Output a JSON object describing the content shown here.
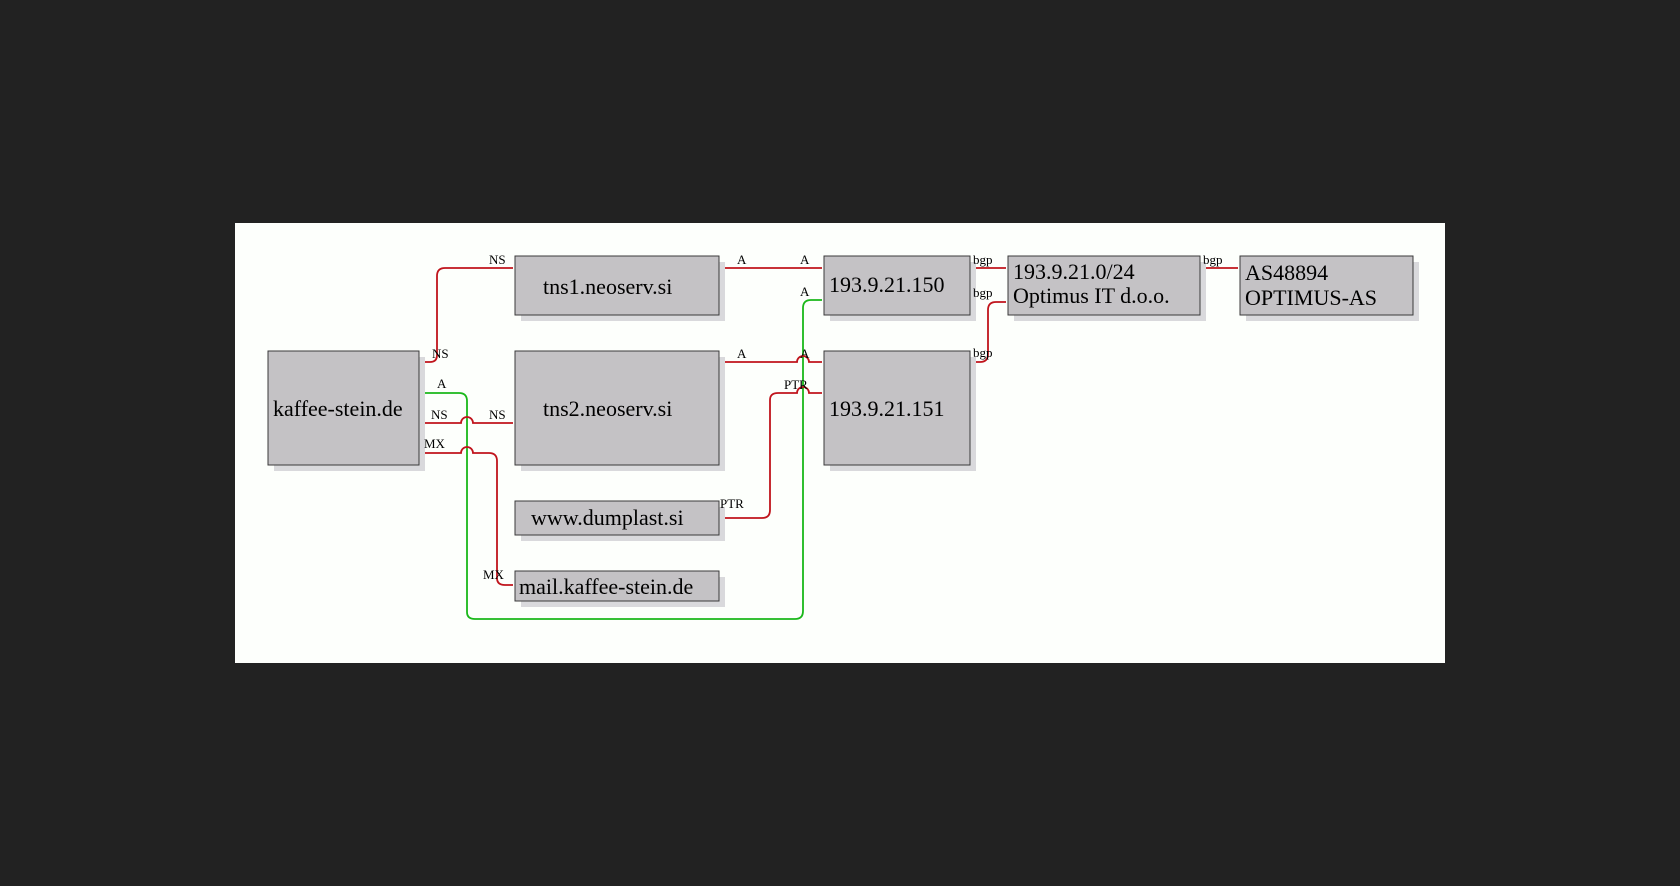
{
  "colors": {
    "background": "#222222",
    "canvas": "#fdfffc",
    "node_fill": "#c4c2c5",
    "edge_red": "#c0141c",
    "edge_green": "#1ab81a"
  },
  "nodes": {
    "kaffee": {
      "lines": [
        "kaffee-stein.de"
      ]
    },
    "tns1": {
      "lines": [
        "tns1.neoserv.si"
      ]
    },
    "tns2": {
      "lines": [
        "tns2.neoserv.si"
      ]
    },
    "dumplast": {
      "lines": [
        "www.dumplast.si"
      ]
    },
    "mail": {
      "lines": [
        "mail.kaffee-stein.de"
      ]
    },
    "ip150": {
      "lines": [
        "193.9.21.150"
      ]
    },
    "ip151": {
      "lines": [
        "193.9.21.151"
      ]
    },
    "subnet": {
      "lines": [
        "193.9.21.0/24",
        "Optimus IT d.o.o."
      ]
    },
    "asn": {
      "lines": [
        "AS48894",
        "OPTIMUS-AS"
      ]
    }
  },
  "edges": [
    {
      "id": "kaffee-ns-tns1",
      "from": "kaffee",
      "to": "tns1",
      "color": "red",
      "labels": [
        "NS",
        "NS"
      ]
    },
    {
      "id": "kaffee-a-ip150",
      "from": "kaffee",
      "to": "ip150",
      "color": "green",
      "labels": [
        "A",
        "A"
      ]
    },
    {
      "id": "kaffee-ns-tns2",
      "from": "kaffee",
      "to": "tns2",
      "color": "red",
      "labels": [
        "NS",
        "NS"
      ]
    },
    {
      "id": "kaffee-mx-mail",
      "from": "kaffee",
      "to": "mail",
      "color": "red",
      "labels": [
        "MX",
        "MX"
      ]
    },
    {
      "id": "tns1-a-ip150",
      "from": "tns1",
      "to": "ip150",
      "color": "red",
      "labels": [
        "A",
        "A"
      ]
    },
    {
      "id": "tns2-a-ip151",
      "from": "tns2",
      "to": "ip151",
      "color": "red",
      "labels": [
        "A",
        "A"
      ]
    },
    {
      "id": "dumplast-ptr-ip151",
      "from": "dumplast",
      "to": "ip151",
      "color": "red",
      "labels": [
        "PTR",
        "PTR"
      ]
    },
    {
      "id": "ip150-bgp-subnet",
      "from": "ip150",
      "to": "subnet",
      "color": "red",
      "labels": [
        "bgp"
      ]
    },
    {
      "id": "ip151-bgp-subnet",
      "from": "ip151",
      "to": "subnet",
      "color": "red",
      "labels": [
        "bgp",
        "bgp"
      ]
    },
    {
      "id": "subnet-bgp-asn",
      "from": "subnet",
      "to": "asn",
      "color": "red",
      "labels": [
        "bgp"
      ]
    }
  ]
}
